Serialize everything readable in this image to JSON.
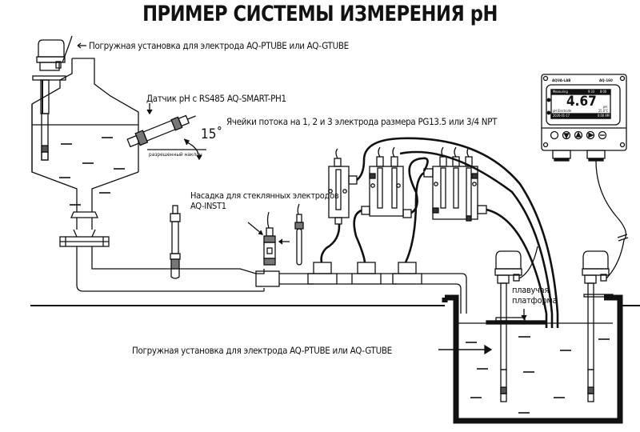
{
  "title": "ПРИМЕР СИСТЕМЫ ИЗМЕРЕНИЯ pH",
  "labels": {
    "top_immersion": "Погружная установка для электрода AQ-PTUBE или AQ-GTUBE",
    "smart_sensor": "Датчик pH с RS485 AQ-SMART-PH1",
    "angle": "15˚",
    "allowed_tilt": "разрешенный наклон",
    "flow_cells": "Ячейки потока на 1, 2 и 3 электрода размера PG13.5 или 3/4 NPT",
    "glass_adapter_line1": "Насадка для стеклянных электродов",
    "glass_adapter_line2": "AQ-INST1",
    "floating_platform_line1": "плавучая",
    "floating_platform_line2": "платформа",
    "bottom_immersion": "Погружная установка для электрода AQ-PTUBE или AQ-GTUBE"
  },
  "controller": {
    "brand": "AQUA-LAB",
    "model": "AQ-160",
    "status": "Measuring",
    "time_a": "9:33",
    "time_b": "8:00",
    "value": "4.67",
    "unit": "pH",
    "sensor": "pH Electrode",
    "temperature": "25.0°C",
    "date": "2026-01-17",
    "clock": "0:00 AM",
    "buttons": [
      "enter",
      "down",
      "up",
      "right",
      "escape"
    ]
  },
  "colors": {
    "line": "#111111",
    "background": "#ffffff"
  }
}
